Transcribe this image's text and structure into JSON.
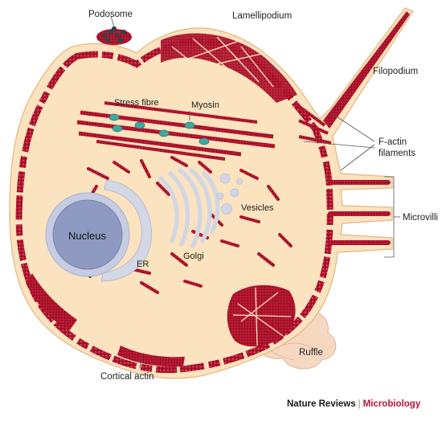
{
  "labels": {
    "podosome": "Podosome",
    "lamellipodium": "Lamellipodium",
    "filopodium": "Filopodium",
    "stress_fibre": "Stress fibre",
    "myosin": "Myosin",
    "f_actin_line1": "F-actin",
    "f_actin_line2": "filaments",
    "vesicles": "Vesicles",
    "microvilli": "Microvilli",
    "nucleus": "Nucleus",
    "er": "ER",
    "golgi": "Golgi",
    "ruffle": "Ruffle",
    "cortical_actin": "Cortical actin"
  },
  "credit": {
    "journal": "Nature Reviews",
    "separator": "|",
    "section": "Microbiology"
  },
  "colors": {
    "cytoplasm": "#fbe3bf",
    "cell_outline": "#e6bd8a",
    "actin": "#b5142e",
    "actin_highlight": "#e0485e",
    "nucleus_fill": "#9aa4c8",
    "nucleus_ring": "#c6cde2",
    "organelle": "#d2d6e4",
    "myosin": "#3fa9a0",
    "podosome_core": "#3a3f4a",
    "ruffle": "#f7d9c4"
  }
}
